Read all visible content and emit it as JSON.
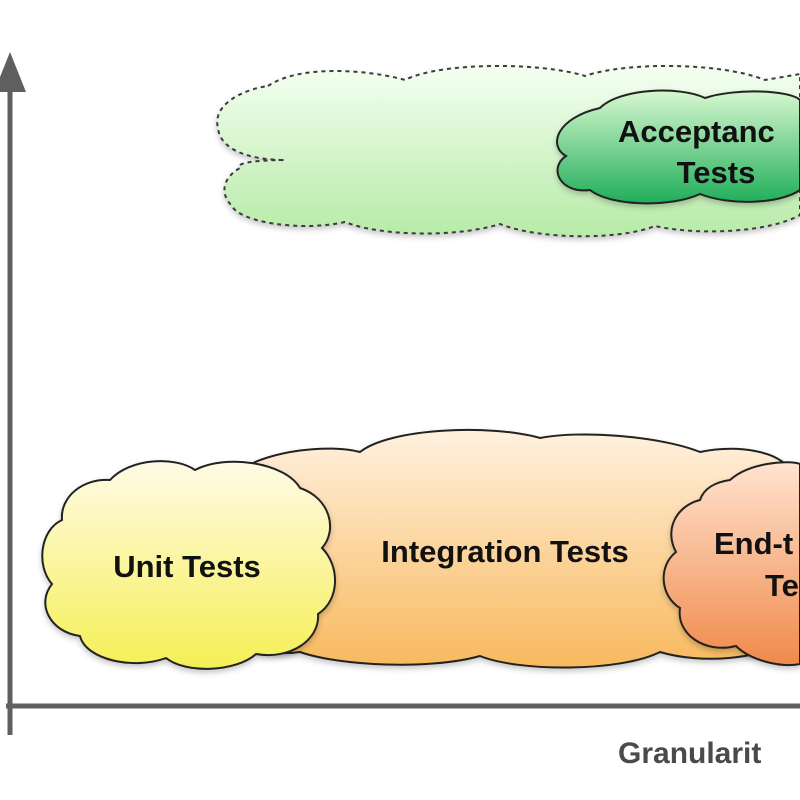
{
  "diagram": {
    "axis": {
      "x_label": "Granularit",
      "color": "#5f5f5f"
    },
    "clouds": {
      "acceptance_outer": {
        "fill_top": "#f4fff1",
        "fill_bottom": "#b7eba8"
      },
      "acceptance": {
        "line1": "Acceptanc",
        "line2": "Tests",
        "fill_top": "#d8f7d0",
        "fill_bottom": "#1fae59"
      },
      "integration": {
        "label": "Integration Tests",
        "fill_top": "#fff1df",
        "fill_bottom": "#f8b95d"
      },
      "unit": {
        "label": "Unit Tests",
        "fill_top": "#fffbe6",
        "fill_bottom": "#f5ef55"
      },
      "end_to_end": {
        "line1": "End-t",
        "line2": "Te",
        "fill_top": "#ffe3d0",
        "fill_bottom": "#f08a4a"
      }
    }
  }
}
